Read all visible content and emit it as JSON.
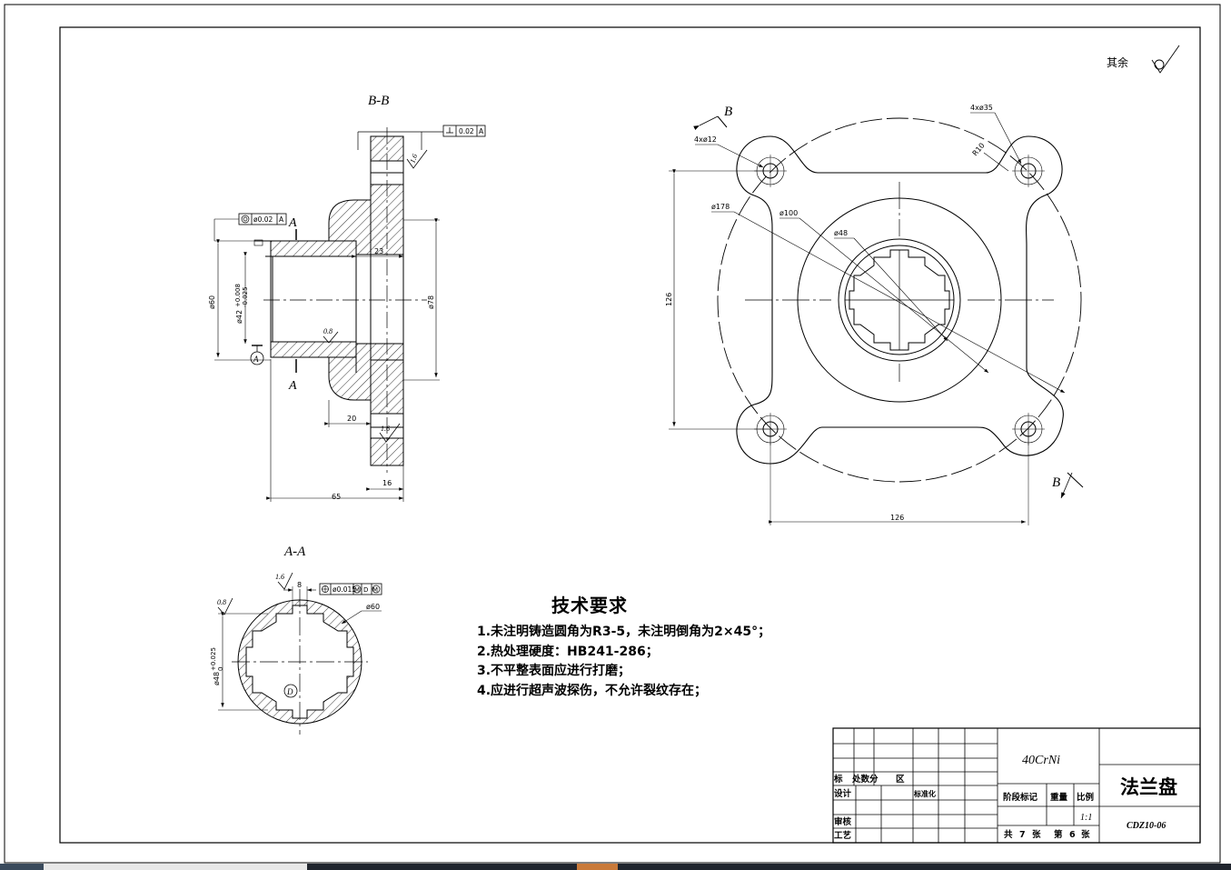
{
  "views": {
    "section_bb": "B-B",
    "section_aa": "A-A",
    "cut_label_a": "A",
    "cut_label_b": "B"
  },
  "surface_finish": {
    "rest_label": "其余",
    "values": [
      "1.6",
      "0.8",
      "1.6",
      "0.8",
      "1.6"
    ]
  },
  "tolerances": {
    "perp": "0.02",
    "perp_datum": "A",
    "conc": "ø0.02",
    "conc_datum": "A",
    "pos": "ø0.015",
    "pos_mod": "M",
    "pos_datum": "D",
    "datum_a": "A",
    "datum_d": "D"
  },
  "dimensions": {
    "d60": "ø60",
    "d42": "ø42",
    "d42_tol": "+0.008\n-0.025",
    "d78": "ø78",
    "len23": "23",
    "len20": "20",
    "len16": "16",
    "len65": "65",
    "holes35": "4xø35",
    "holes12": "4xø12",
    "r10": "R10",
    "d178": "ø178",
    "d100": "ø100",
    "d48": "ø48",
    "w126": "126",
    "h126": "126",
    "spline_w": "8",
    "spline_d60": "ø60",
    "spline_d48": "ø48",
    "spline_d48_tol": "+0.025\n0"
  },
  "requirements": {
    "title": "技术要求",
    "items": [
      "1.未注明铸造圆角为R3-5，未注明倒角为2×45°；",
      "2.热处理硬度：HB241-286；",
      "3.不平整表面应进行打磨；",
      "4.应进行超声波探伤，不允许裂纹存在；"
    ]
  },
  "title_block": {
    "material": "40CrNi",
    "part_name": "法兰盘",
    "drawing_no": "CDZ10-06",
    "scale": "1:1",
    "labels": {
      "mark": "标",
      "zone": "处数分",
      "area": "区",
      "design": "设计",
      "standard": "标准化",
      "review": "审核",
      "process": "工艺",
      "stage": "阶段标记",
      "weight": "重量",
      "ratio": "比例",
      "total": "共",
      "total_n": "7",
      "sheet_unit": "张",
      "sheet": "第",
      "sheet_n": "6"
    }
  }
}
